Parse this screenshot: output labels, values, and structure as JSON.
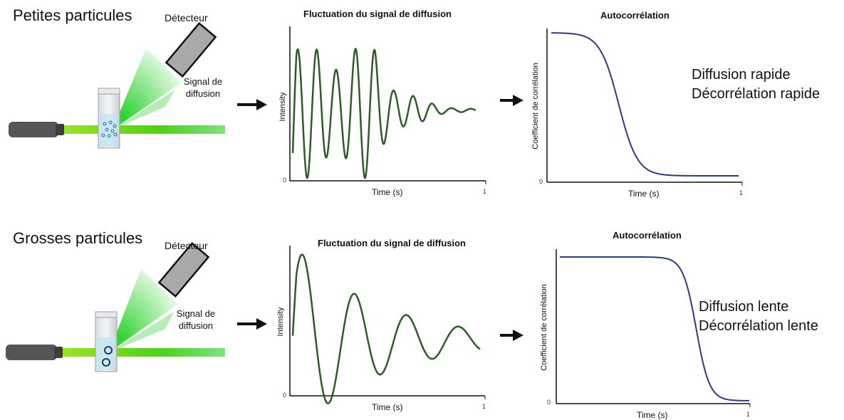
{
  "rows": [
    {
      "title": "Petites particules",
      "detector_label": "Détecteur",
      "signal_label_line1": "Signal de",
      "signal_label_line2": "diffusion",
      "intensity_chart": {
        "title": "Fluctuation du signal de diffusion",
        "xlabel": "Time (s)",
        "ylabel": "Intensity",
        "x_tick_end": "1",
        "y_tick_start": "0"
      },
      "autocorr_chart": {
        "title": "Autocorrélation",
        "xlabel": "Time (s)",
        "ylabel": "Coefficient de corrélation",
        "x_tick_end": "1",
        "y_tick_start": "0"
      },
      "description_line1": "Diffusion rapide",
      "description_line2": "Décorrélation rapide"
    },
    {
      "title": "Grosses particules",
      "detector_label": "Détecteur",
      "signal_label_line1": "Signal de",
      "signal_label_line2": "diffusion",
      "intensity_chart": {
        "title": "Fluctuation du signal de diffusion",
        "xlabel": "Time (s)",
        "ylabel": "Intensity",
        "x_tick_end": "1",
        "y_tick_start": "0"
      },
      "autocorr_chart": {
        "title": "Autocorrélation",
        "xlabel": "Time (s)",
        "ylabel": "Coefficient de corrélation",
        "x_tick_end": "1",
        "y_tick_start": "0"
      },
      "description_line1": "Diffusion lente",
      "description_line2": "Décorrélation lente"
    }
  ],
  "colors": {
    "signal_curve": "#2e5b27",
    "autocorr_curve": "#2f3a7a",
    "laser_beam": "#7ddc1f",
    "scatter_cone": "#2ecc2e",
    "detector_fill": "#a9a9a9",
    "laser_body": "#555555",
    "arrow": "#111111"
  },
  "icons": {
    "laser": "laser-source-icon",
    "cuvette": "cuvette-icon",
    "detector": "detector-icon",
    "arrow": "right-arrow-icon"
  }
}
